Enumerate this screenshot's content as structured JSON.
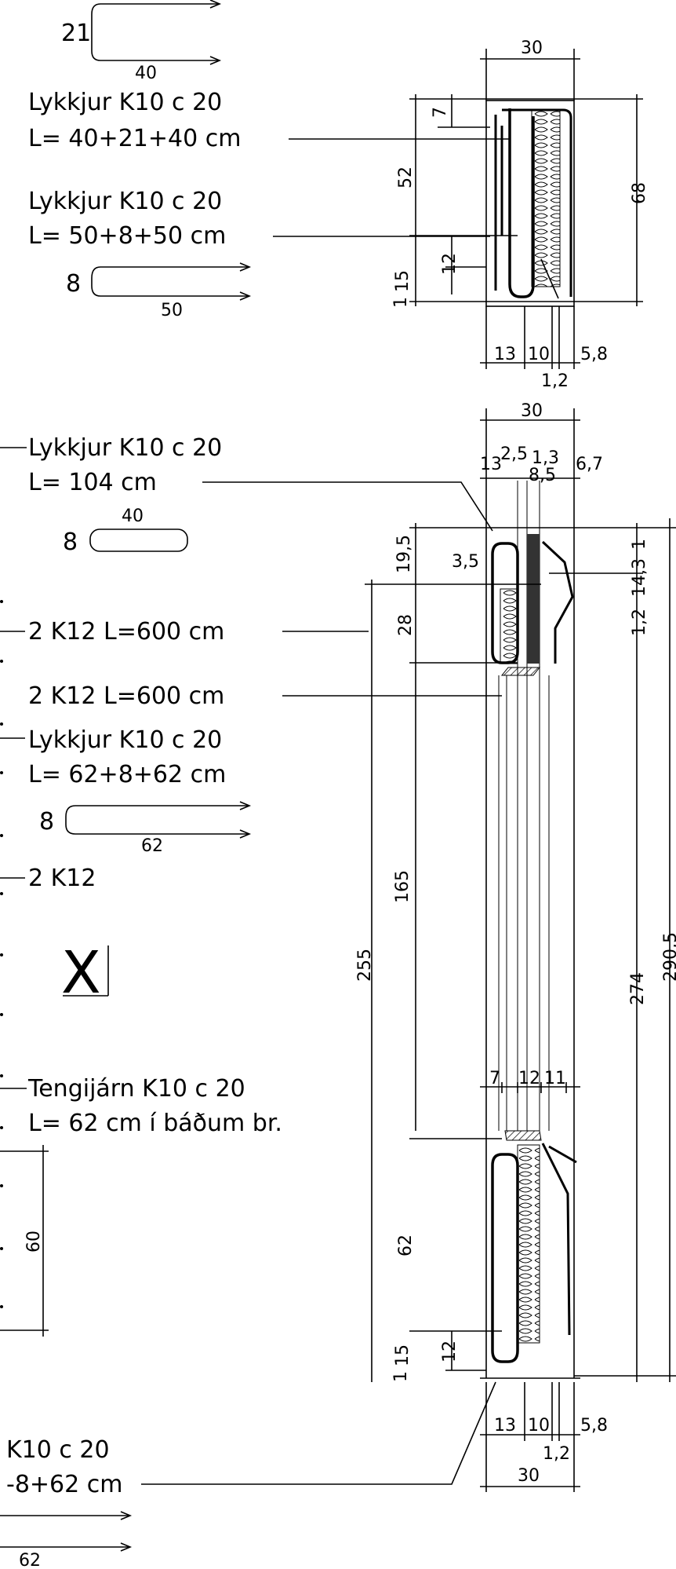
{
  "top_section": {
    "bend1": {
      "height": "21",
      "length": "40"
    },
    "label1_line1": "Lykkjur K10 c 20",
    "label1_line2": "L=  40+21+40  cm",
    "label2_line1": "Lykkjur K10 c 20",
    "label2_line2": "L=  50+8+50  cm",
    "bend2": {
      "height": "8",
      "length": "50"
    },
    "dims": {
      "width_top": "30",
      "d7": "7",
      "d52": "52",
      "d12": "12",
      "d15": "15",
      "d1": "1",
      "d68": "68",
      "d13": "13",
      "d10": "10",
      "d58": "5,8",
      "d12b": "1,2"
    }
  },
  "main_section": {
    "label1_line1": "Lykkjur K10 c 20",
    "label1_line2": "L=  104  cm",
    "loop1": {
      "height": "8",
      "length": "40"
    },
    "label2": "2  K12  L=600  cm",
    "label3": "2  K12  L=600  cm",
    "label4_line1": "Lykkjur K10 c 20",
    "label4_line2": "L=  62+8+62  cm",
    "bend3": {
      "height": "8",
      "length": "62"
    },
    "label5": "2  K12",
    "section_mark": "X",
    "label6_line1": "Tengijárn K10 c 20",
    "label6_line2": "L=  62  cm  í  báðum  br.",
    "left_dim": "60",
    "bottom_label_line1": "K10  c  20",
    "bottom_label_line2": "-8+62  cm",
    "bottom_bend_length": "62",
    "dims": {
      "w30_top": "30",
      "d13": "13",
      "d25": "2,5",
      "d13b": "1,3",
      "d67": "6,7",
      "d85": "8,5",
      "d195": "19,5",
      "d35": "3,5",
      "d28": "28",
      "d1": "1",
      "d143": "14,3",
      "d12": "1,2",
      "d165": "165",
      "d255": "255",
      "d274": "274",
      "d2905": "290,5",
      "d7": "7",
      "d12c": "12",
      "d11": "11",
      "d62": "62",
      "d12d": "12",
      "d15": "15",
      "d1b": "1",
      "d13c": "13",
      "d10": "10",
      "d58": "5,8",
      "d12e": "1,2",
      "w30_bot": "30"
    }
  }
}
